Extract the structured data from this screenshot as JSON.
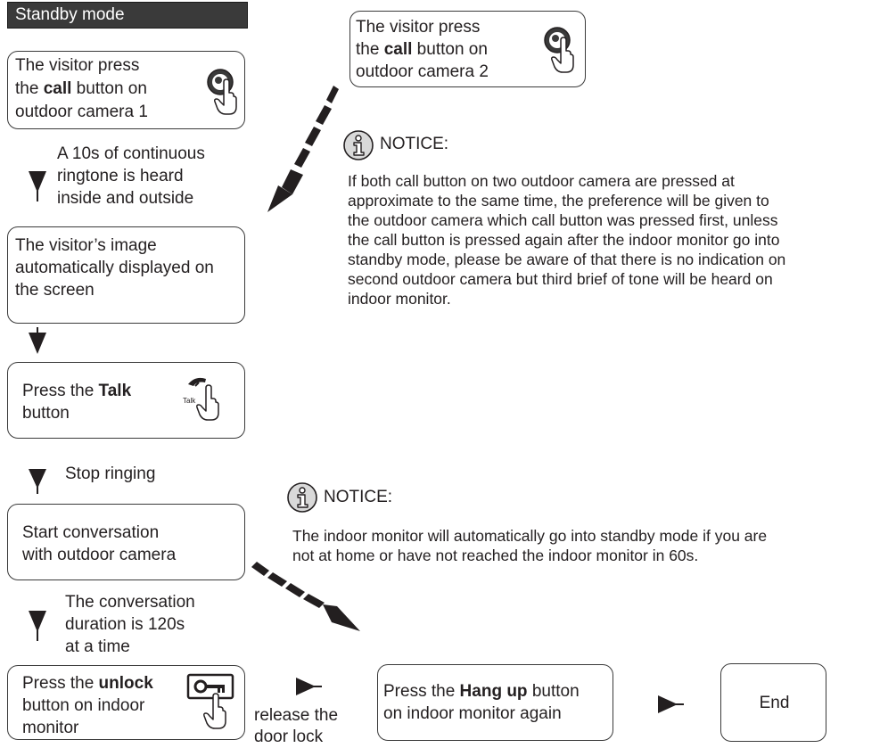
{
  "title": "Standby mode",
  "box_call1": {
    "lines": [
      "The visitor press",
      "the ",
      "call",
      " button on",
      "outdoor camera 1"
    ]
  },
  "step_ringtone": [
    "A 10s of continuous",
    "ringtone is heard",
    "inside and outside"
  ],
  "box_image": [
    "The visitor’s image",
    "automatically displayed on",
    "the screen"
  ],
  "box_talk": {
    "pre": "Press the ",
    "bold": "Talk",
    "post": "button",
    "icon_label": "Talk"
  },
  "step_stop": "Stop ringing",
  "box_conversation": [
    "Start conversation",
    "with outdoor camera"
  ],
  "step_duration": [
    "The conversation",
    "duration is 120s",
    "at a time"
  ],
  "box_unlock": {
    "pre": "Press the ",
    "bold": "unlock",
    "line2": "button on indoor",
    "line3": "monitor"
  },
  "step_release": [
    "release the",
    "door lock"
  ],
  "box_hangup": {
    "pre": "Press the ",
    "bold": "Hang up",
    "post": " button",
    "line2": "on indoor monitor again"
  },
  "box_end": "End",
  "box_call2": {
    "line1": "The visitor press",
    "pre": "the ",
    "bold": "call",
    "post": " button on",
    "line3": "outdoor camera 2"
  },
  "notice1": {
    "heading": "NOTICE:",
    "lines": [
      "If both call button on two outdoor camera are pressed at",
      "approximate to the same time, the preference will be given to",
      "the outdoor camera which call button was pressed first, unless",
      "the call button is pressed again after the indoor monitor go into",
      "standby mode, please be aware of that there is no indication on",
      "second outdoor camera but third brief of tone will be heard on",
      "indoor monitor."
    ]
  },
  "notice2": {
    "heading": "NOTICE:",
    "lines": [
      "The indoor monitor will automatically go into standby mode if you are",
      "not at home or have not reached the indoor monitor in 60s."
    ]
  },
  "icons": {
    "call_button": "doorbell-press-icon",
    "talk_button": "phone-handset-press-icon",
    "unlock_button": "key-press-icon",
    "notice": "info-icon",
    "arrow_down": "triangle-down-icon",
    "arrow_right": "triangle-right-icon"
  },
  "colors": {
    "ink": "#231f20",
    "box_border": "#3a3a3a",
    "title_bg": "#3a3a3a",
    "title_text": "#ffffff"
  }
}
